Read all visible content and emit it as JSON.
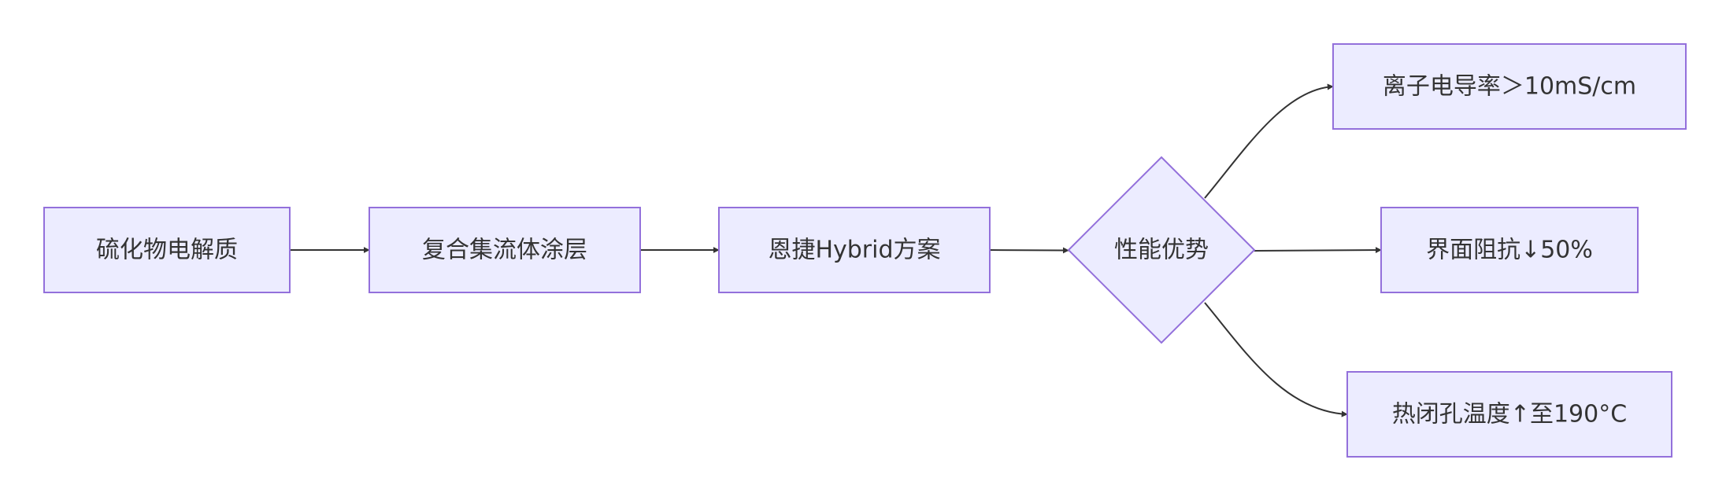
{
  "nodes": {
    "sulfide_electrolyte": "硫化物电解质",
    "composite_coating": "复合集流体涂层",
    "enjie_hybrid": "恩捷Hybrid方案",
    "performance_advantage": "性能优势",
    "ionic_conductivity": "离子电导率＞10mS/cm",
    "interface_impedance": "界面阻抗↓50%",
    "thermal_shutdown": "热闭孔温度↑至190°C"
  },
  "colors": {
    "node_fill": "#ECECFF",
    "node_stroke": "#9370DB",
    "edge": "#333333",
    "text": "#333333"
  }
}
